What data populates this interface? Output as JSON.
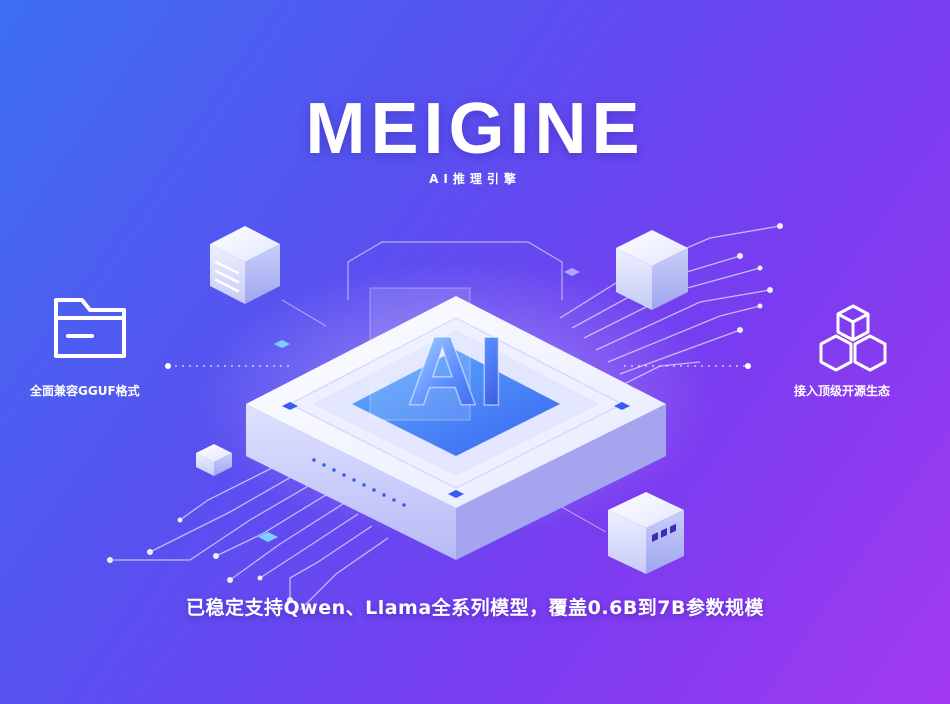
{
  "header": {
    "title": "MEIGINE",
    "subtitle": "AI推理引擎"
  },
  "chip": {
    "label": "AI"
  },
  "features": {
    "left_label": "全面兼容GGUF格式",
    "right_label": "接入顶级开源生态"
  },
  "caption": "已稳定支持Qwen、Llama全系列模型，覆盖0.6B到7B参数规模",
  "icons": {
    "left": "folder-icon",
    "right": "hexagon-cubes-icon"
  },
  "colors": {
    "background_start": "#3d6ff2",
    "background_mid": "#6a45f0",
    "background_end": "#a23af2",
    "accent_blue": "#3b6ef5",
    "chip_surface": "#f4f5ff"
  }
}
